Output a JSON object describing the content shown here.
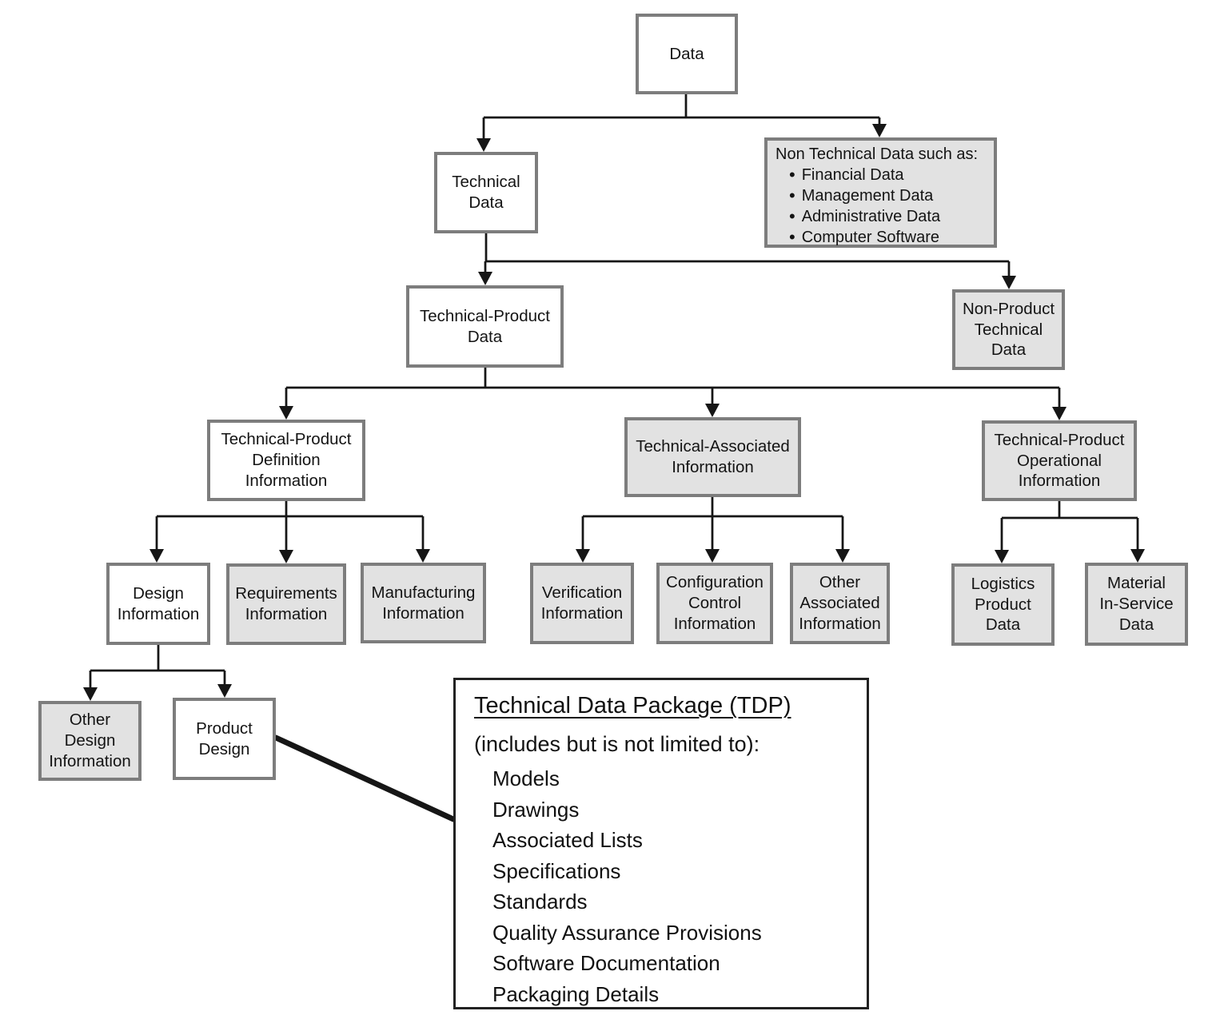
{
  "diagram": {
    "nodes": {
      "data": {
        "label": "Data"
      },
      "technical_data": {
        "label": "Technical\nData"
      },
      "technical_product_data": {
        "label": "Technical-Product\nData"
      },
      "non_product_technical_data": {
        "label": "Non-Product\nTechnical\nData"
      },
      "tp_definition_information": {
        "label": "Technical-Product\nDefinition\nInformation"
      },
      "technical_associated_information": {
        "label": "Technical-Associated\nInformation"
      },
      "tp_operational_information": {
        "label": "Technical-Product\nOperational\nInformation"
      },
      "design_information": {
        "label": "Design\nInformation"
      },
      "requirements_information": {
        "label": "Requirements\nInformation"
      },
      "manufacturing_information": {
        "label": "Manufacturing\nInformation"
      },
      "verification_information": {
        "label": "Verification\nInformation"
      },
      "configuration_control_information": {
        "label": "Configuration\nControl\nInformation"
      },
      "other_associated_information": {
        "label": "Other\nAssociated\nInformation"
      },
      "logistics_product_data": {
        "label": "Logistics\nProduct\nData"
      },
      "material_in_service_data": {
        "label": "Material\nIn-Service\nData"
      },
      "other_design_information": {
        "label": "Other\nDesign\nInformation"
      },
      "product_design": {
        "label": "Product\nDesign"
      }
    },
    "non_technical": {
      "title": "Non Technical Data such as:",
      "bullet": "•",
      "items": [
        "Financial Data",
        "Management Data",
        "Administrative Data",
        "Computer Software"
      ]
    },
    "tdp": {
      "title": "Technical Data Package (TDP)",
      "subtitle": "(includes but is not limited to):",
      "items": [
        "Models",
        "Drawings",
        "Associated Lists",
        "Specifications",
        "Standards",
        "Quality Assurance Provisions",
        "Software Documentation",
        "Packaging Details"
      ]
    },
    "colors": {
      "box_fill_gray": "#e2e2e2",
      "box_fill_white": "#ffffff",
      "box_border": "#7d7d7d",
      "line": "#161616",
      "tdp_border": "#222222"
    }
  }
}
